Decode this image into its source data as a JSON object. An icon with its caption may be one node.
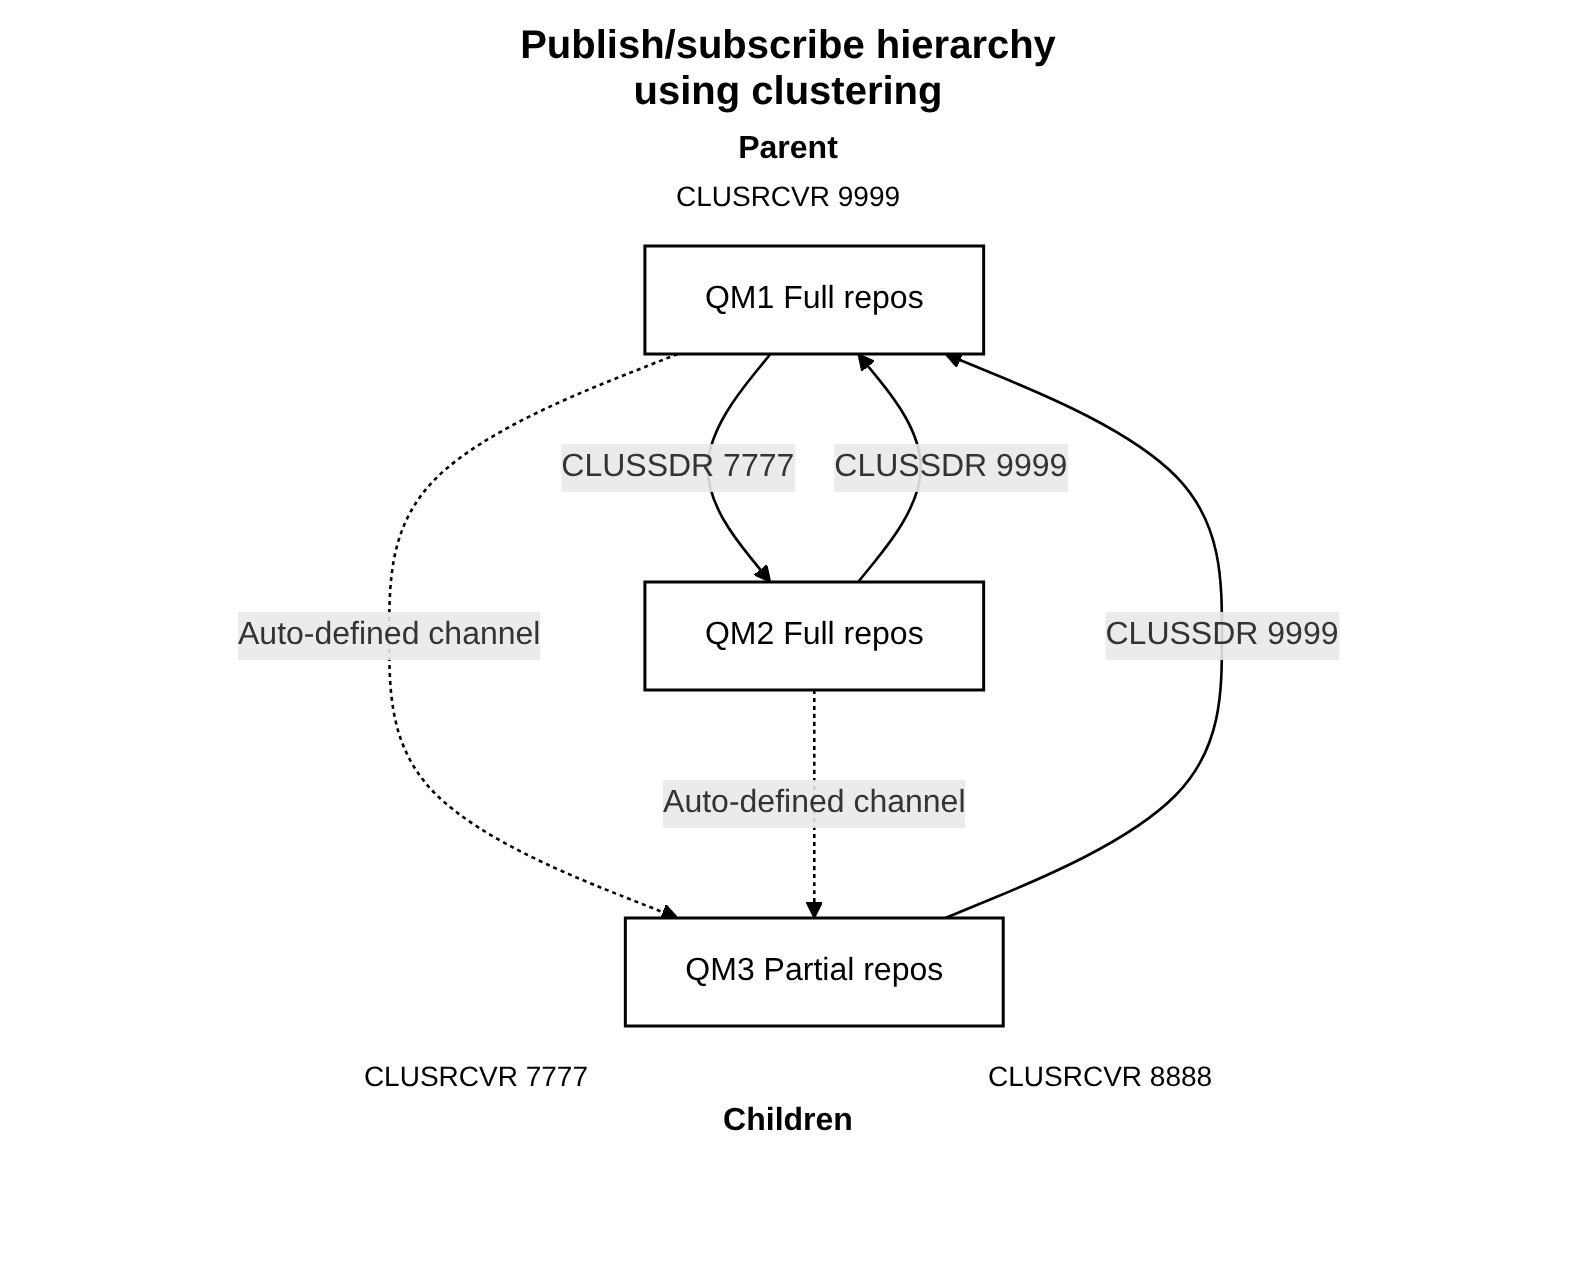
{
  "diagram": {
    "title": "Publish/subscribe hierarchy using clustering",
    "nodes": [
      {
        "text": [
          "QM1 Full repos"
        ]
      },
      {
        "text": [
          "QM2 Full repos"
        ]
      },
      {
        "text": [
          "QM3 Partial repos"
        ]
      }
    ],
    "edges": [
      {
        "from": 1,
        "to": 0,
        "arrow": "to",
        "label": "CLUSSDR 9999"
      },
      {
        "from": 2,
        "to": 0,
        "arrow": "to",
        "label": "CLUSSDR 9999"
      },
      {
        "from": 0,
        "to": 1,
        "arrow": "to",
        "label": "CLUSSDR 7777"
      },
      {
        "from": 0,
        "to": 2,
        "arrow": "to",
        "label": "Auto-defined channel",
        "style": "dashed"
      },
      {
        "from": 1,
        "to": 2,
        "arrow": "to",
        "label": "Auto-defined channel",
        "style": "dashed"
      }
    ],
    "labels": [
      "Parent",
      "CLUSRCVR 9999",
      "CLUSRCVR 7777",
      "CLUSRCVR 8888",
      "Children"
    ]
  }
}
